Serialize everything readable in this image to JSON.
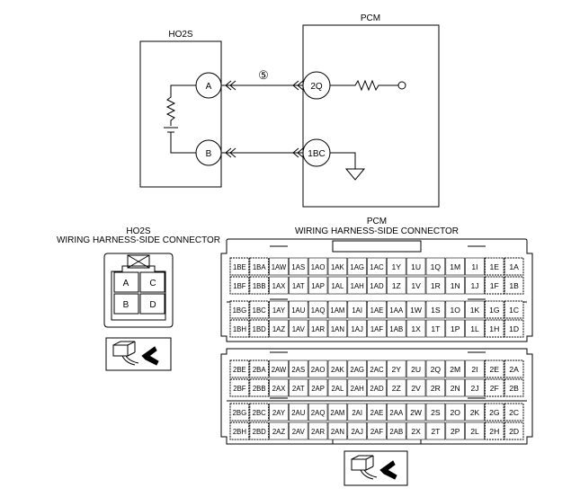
{
  "schematic": {
    "ho2s_title": "HO2S",
    "pcm_title": "PCM",
    "ho2s_terminals": [
      "A",
      "B"
    ],
    "pcm_terminals": [
      "2Q",
      "1BC"
    ],
    "wire_number": "⑤"
  },
  "ho2s_connector": {
    "title_line1": "HO2S",
    "title_line2": "WIRING HARNESS-SIDE CONNECTOR",
    "pins": [
      [
        "A",
        "C"
      ],
      [
        "B",
        "D"
      ]
    ]
  },
  "pcm_connector": {
    "title_line1": "PCM",
    "title_line2": "WIRING HARNESS-SIDE CONNECTOR",
    "upper": [
      [
        "1BE",
        "1BA",
        "1AW",
        "1AS",
        "1AO",
        "1AK",
        "1AG",
        "1AC",
        "1Y",
        "1U",
        "1Q",
        "1M",
        "1I",
        "1E",
        "1A"
      ],
      [
        "1BF",
        "1BB",
        "1AX",
        "1AT",
        "1AP",
        "1AL",
        "1AH",
        "1AD",
        "1Z",
        "1V",
        "1R",
        "1N",
        "1J",
        "1F",
        "1B"
      ],
      [
        "1BG",
        "1BC",
        "1AY",
        "1AU",
        "1AQ",
        "1AM",
        "1AI",
        "1AE",
        "1AA",
        "1W",
        "1S",
        "1O",
        "1K",
        "1G",
        "1C"
      ],
      [
        "1BH",
        "1BD",
        "1AZ",
        "1AV",
        "1AR",
        "1AN",
        "1AJ",
        "1AF",
        "1AB",
        "1X",
        "1T",
        "1P",
        "1L",
        "1H",
        "1D"
      ]
    ],
    "lower": [
      [
        "2BE",
        "2BA",
        "2AW",
        "2AS",
        "2AO",
        "2AK",
        "2AG",
        "2AC",
        "2Y",
        "2U",
        "2Q",
        "2M",
        "2I",
        "2E",
        "2A"
      ],
      [
        "2BF",
        "2BB",
        "2AX",
        "2AT",
        "2AP",
        "2AL",
        "2AH",
        "2AD",
        "2Z",
        "2V",
        "2R",
        "2N",
        "2J",
        "2F",
        "2B"
      ],
      [
        "2BG",
        "2BC",
        "2AY",
        "2AU",
        "2AQ",
        "2AM",
        "2AI",
        "2AE",
        "2AA",
        "2W",
        "2S",
        "2O",
        "2K",
        "2G",
        "2C"
      ],
      [
        "2BH",
        "2BD",
        "2AZ",
        "2AV",
        "2AR",
        "2AN",
        "2AJ",
        "2AF",
        "2AB",
        "2X",
        "2T",
        "2P",
        "2L",
        "2H",
        "2D"
      ]
    ]
  },
  "icons": [
    "connector-plug-icon",
    "connector-plug-icon"
  ]
}
